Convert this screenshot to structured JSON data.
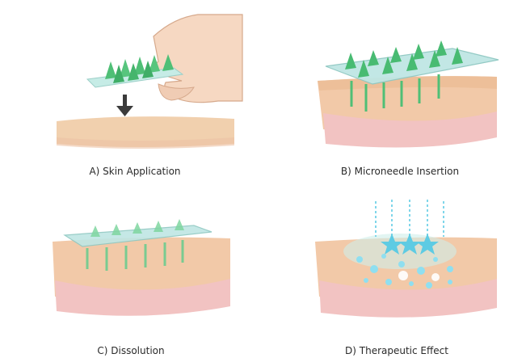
{
  "panels": [
    {
      "id": "A",
      "caption": "A) Skin Application"
    },
    {
      "id": "B",
      "caption": "B) Microneedle Insertion"
    },
    {
      "id": "C",
      "caption": "C) Dissolution"
    },
    {
      "id": "D",
      "caption": "D) Therapeutic Effect"
    }
  ],
  "colors": {
    "skin_top": "#f1cfad",
    "skin_mid": "#e9b99a",
    "dermis": "#f3c4c2",
    "needle": "#4fbf76",
    "needle_light": "#8fdca7",
    "patch": "#bfe8e4",
    "arrow": "#3b3b3b",
    "drug": "#7fd6ea"
  },
  "icons": [
    "hand-icon",
    "down-arrow-icon",
    "microneedle-patch-icon",
    "skin-layer-icon",
    "drug-particle-icon"
  ]
}
